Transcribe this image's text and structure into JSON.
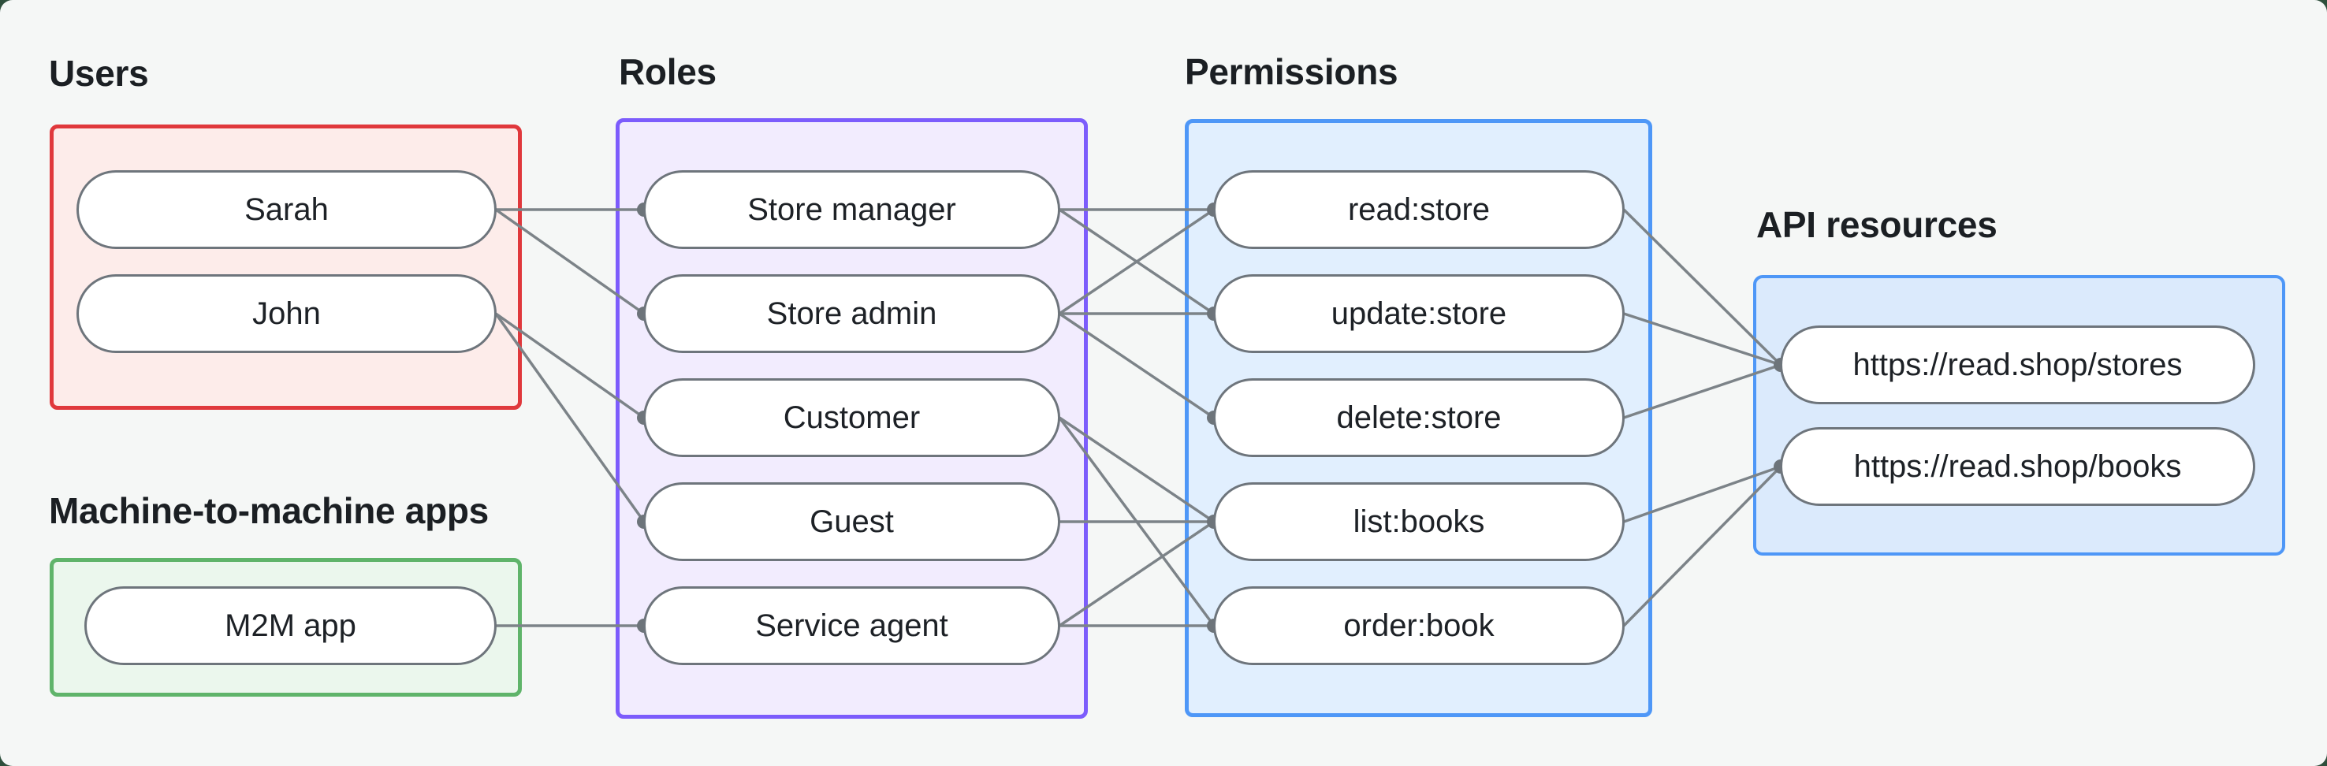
{
  "canvas": {
    "surface_color": "#f5f7f6",
    "outer_corner_color": "#2e4f3c"
  },
  "groups": {
    "users": {
      "label": "Users",
      "border_color": "#e0383c",
      "fill_color": "#fdecea",
      "items": [
        "Sarah",
        "John"
      ]
    },
    "m2m": {
      "label": "Machine-to-machine apps",
      "border_color": "#5fb46a",
      "fill_color": "#ebf7ed",
      "items": [
        "M2M app"
      ]
    },
    "roles": {
      "label": "Roles",
      "border_color": "#7c5cfc",
      "fill_color": "#f2ecfe",
      "items": [
        "Store manager",
        "Store admin",
        "Customer",
        "Guest",
        "Service agent"
      ]
    },
    "permissions": {
      "label": "Permissions",
      "border_color": "#4e97f7",
      "fill_color": "#e1effe",
      "items": [
        "read:store",
        "update:store",
        "delete:store",
        "list:books",
        "order:book"
      ]
    },
    "api": {
      "label": "API resources",
      "border_color": "#4e97f7",
      "fill_color": "#dbeafc",
      "items": [
        "https://read.shop/stores",
        "https://read.shop/books"
      ]
    }
  },
  "edges": [
    {
      "from": "Sarah",
      "to": "Store manager"
    },
    {
      "from": "Sarah",
      "to": "Store admin"
    },
    {
      "from": "John",
      "to": "Customer"
    },
    {
      "from": "John",
      "to": "Guest"
    },
    {
      "from": "M2M app",
      "to": "Service agent"
    },
    {
      "from": "Store manager",
      "to": "read:store"
    },
    {
      "from": "Store manager",
      "to": "update:store"
    },
    {
      "from": "Store admin",
      "to": "read:store"
    },
    {
      "from": "Store admin",
      "to": "update:store"
    },
    {
      "from": "Store admin",
      "to": "delete:store"
    },
    {
      "from": "Customer",
      "to": "list:books"
    },
    {
      "from": "Customer",
      "to": "order:book"
    },
    {
      "from": "Guest",
      "to": "list:books"
    },
    {
      "from": "Service agent",
      "to": "list:books"
    },
    {
      "from": "Service agent",
      "to": "order:book"
    },
    {
      "from": "read:store",
      "to": "https://read.shop/stores"
    },
    {
      "from": "update:store",
      "to": "https://read.shop/stores"
    },
    {
      "from": "delete:store",
      "to": "https://read.shop/stores"
    },
    {
      "from": "list:books",
      "to": "https://read.shop/books"
    },
    {
      "from": "order:book",
      "to": "https://read.shop/books"
    }
  ],
  "style": {
    "edge_color": "#7c8388",
    "edge_dot_color": "#6d747a",
    "node_border_color": "#6e757c",
    "node_fill_color": "#ffffff",
    "label_color": "#1b1f23"
  }
}
